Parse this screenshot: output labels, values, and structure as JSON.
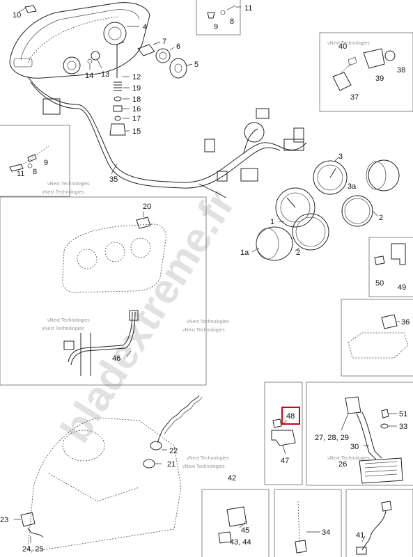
{
  "watermark": {
    "main": "bladextreme.fr",
    "credit": "vNext Technologies"
  },
  "callouts": [
    {
      "id": "c10",
      "text": "10"
    },
    {
      "id": "c4",
      "text": "4"
    },
    {
      "id": "c11a",
      "text": "11"
    },
    {
      "id": "c8a",
      "text": "8"
    },
    {
      "id": "c9a",
      "text": "9"
    },
    {
      "id": "c7",
      "text": "7"
    },
    {
      "id": "c6",
      "text": "6"
    },
    {
      "id": "c5",
      "text": "5"
    },
    {
      "id": "c14",
      "text": "14"
    },
    {
      "id": "c13",
      "text": "13"
    },
    {
      "id": "c12",
      "text": "12"
    },
    {
      "id": "c19",
      "text": "19"
    },
    {
      "id": "c18",
      "text": "18"
    },
    {
      "id": "c16",
      "text": "16"
    },
    {
      "id": "c17",
      "text": "17"
    },
    {
      "id": "c15",
      "text": "15"
    },
    {
      "id": "c40",
      "text": "40"
    },
    {
      "id": "c38",
      "text": "38"
    },
    {
      "id": "c39",
      "text": "39"
    },
    {
      "id": "c37",
      "text": "37"
    },
    {
      "id": "c9b",
      "text": "9"
    },
    {
      "id": "c8b",
      "text": "8"
    },
    {
      "id": "c11b",
      "text": "11"
    },
    {
      "id": "c35",
      "text": "35"
    },
    {
      "id": "c3",
      "text": "3"
    },
    {
      "id": "c3a",
      "text": "3a"
    },
    {
      "id": "c20",
      "text": "20"
    },
    {
      "id": "c1",
      "text": "1"
    },
    {
      "id": "c2a",
      "text": "2"
    },
    {
      "id": "c2b",
      "text": "2"
    },
    {
      "id": "c1a",
      "text": "1a"
    },
    {
      "id": "c50",
      "text": "50"
    },
    {
      "id": "c49",
      "text": "49"
    },
    {
      "id": "c36",
      "text": "36"
    },
    {
      "id": "c46",
      "text": "46"
    },
    {
      "id": "c48",
      "text": "48"
    },
    {
      "id": "c51",
      "text": "51"
    },
    {
      "id": "c33",
      "text": "33"
    },
    {
      "id": "c27",
      "text": "27, 28, 29"
    },
    {
      "id": "c30",
      "text": "30"
    },
    {
      "id": "c47",
      "text": "47"
    },
    {
      "id": "c26",
      "text": "26"
    },
    {
      "id": "c22",
      "text": "22"
    },
    {
      "id": "c21",
      "text": "21"
    },
    {
      "id": "c42",
      "text": "42"
    },
    {
      "id": "c45",
      "text": "45"
    },
    {
      "id": "c4344",
      "text": "43, 44"
    },
    {
      "id": "c34",
      "text": "34"
    },
    {
      "id": "c41",
      "text": "41"
    },
    {
      "id": "c23",
      "text": "23"
    },
    {
      "id": "c2425",
      "text": "24, 25"
    }
  ],
  "colors": {
    "ink": "#222222",
    "highlight": "#d0021b",
    "watermark": "#c9c9c9"
  }
}
